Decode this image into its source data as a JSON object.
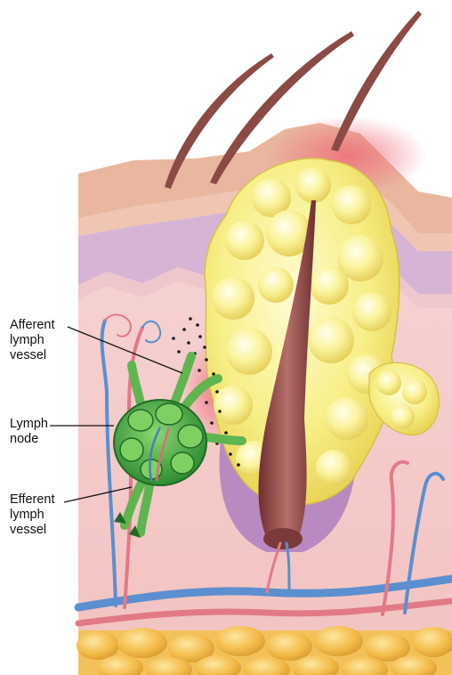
{
  "labels": {
    "afferent": "Afferent\nlymph\nvessel",
    "node": "Lymph\nnode",
    "efferent": "Efferent\nlymph\nvessel"
  },
  "colors": {
    "skin_top": "#e8b69e",
    "dermis": "#f4c9c8",
    "hypodermis_fat": "#f1b640",
    "pus": "#f4ec7a",
    "lymph_node": "#4fb84a",
    "artery": "#e27a86",
    "vein": "#5b8fcf",
    "hair": "#8c4a47"
  }
}
